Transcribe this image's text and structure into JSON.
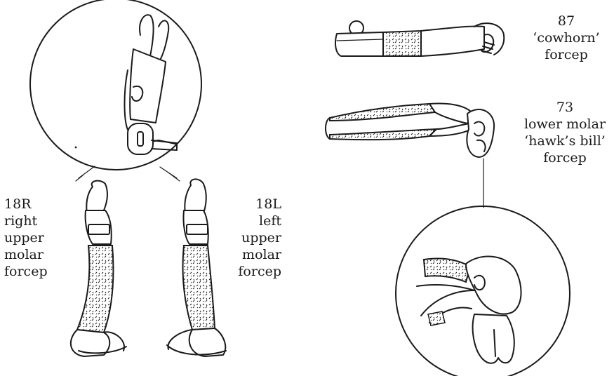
{
  "labels": {
    "forcep_18r": [
      "18R",
      "right",
      "upper",
      "molar",
      "forcep"
    ],
    "forcep_18l": [
      "18L",
      "left",
      "upper",
      "molar",
      "forcep"
    ],
    "forcep_87": [
      "87",
      "‘cowhorn’",
      "forcep"
    ],
    "forcep_73": [
      "73",
      "lower molar",
      "‘hawk’s bill’",
      "forcep"
    ]
  }
}
